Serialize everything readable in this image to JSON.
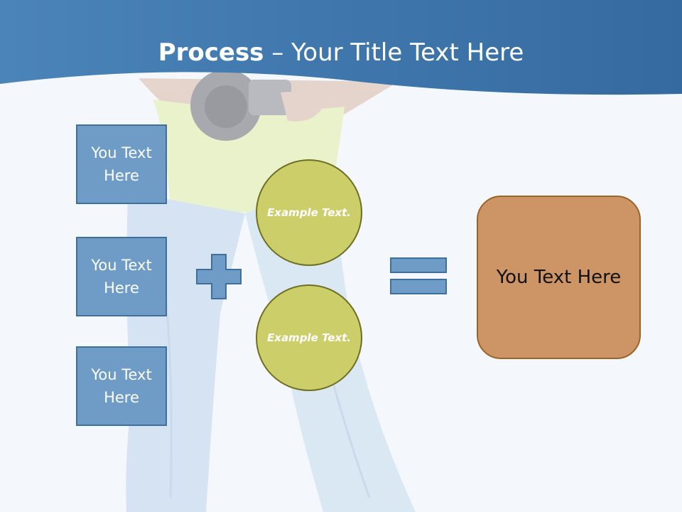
{
  "slide": {
    "title_bold": "Process",
    "title_rest": " – Your Title Text Here",
    "boxes": [
      {
        "text": "You Text Here"
      },
      {
        "text": "You Text Here"
      },
      {
        "text": "You Text Here"
      }
    ],
    "circles": [
      {
        "text": "Example Text."
      },
      {
        "text": "Example Text."
      }
    ],
    "result": {
      "text": "You Text Here"
    },
    "operators": {
      "plus": "plus-icon",
      "equals": "equals-icon"
    },
    "colors": {
      "header": "#3f78ad",
      "box": "#6f9cc7",
      "circle": "#ccce6a",
      "result": "#cd9565"
    }
  }
}
